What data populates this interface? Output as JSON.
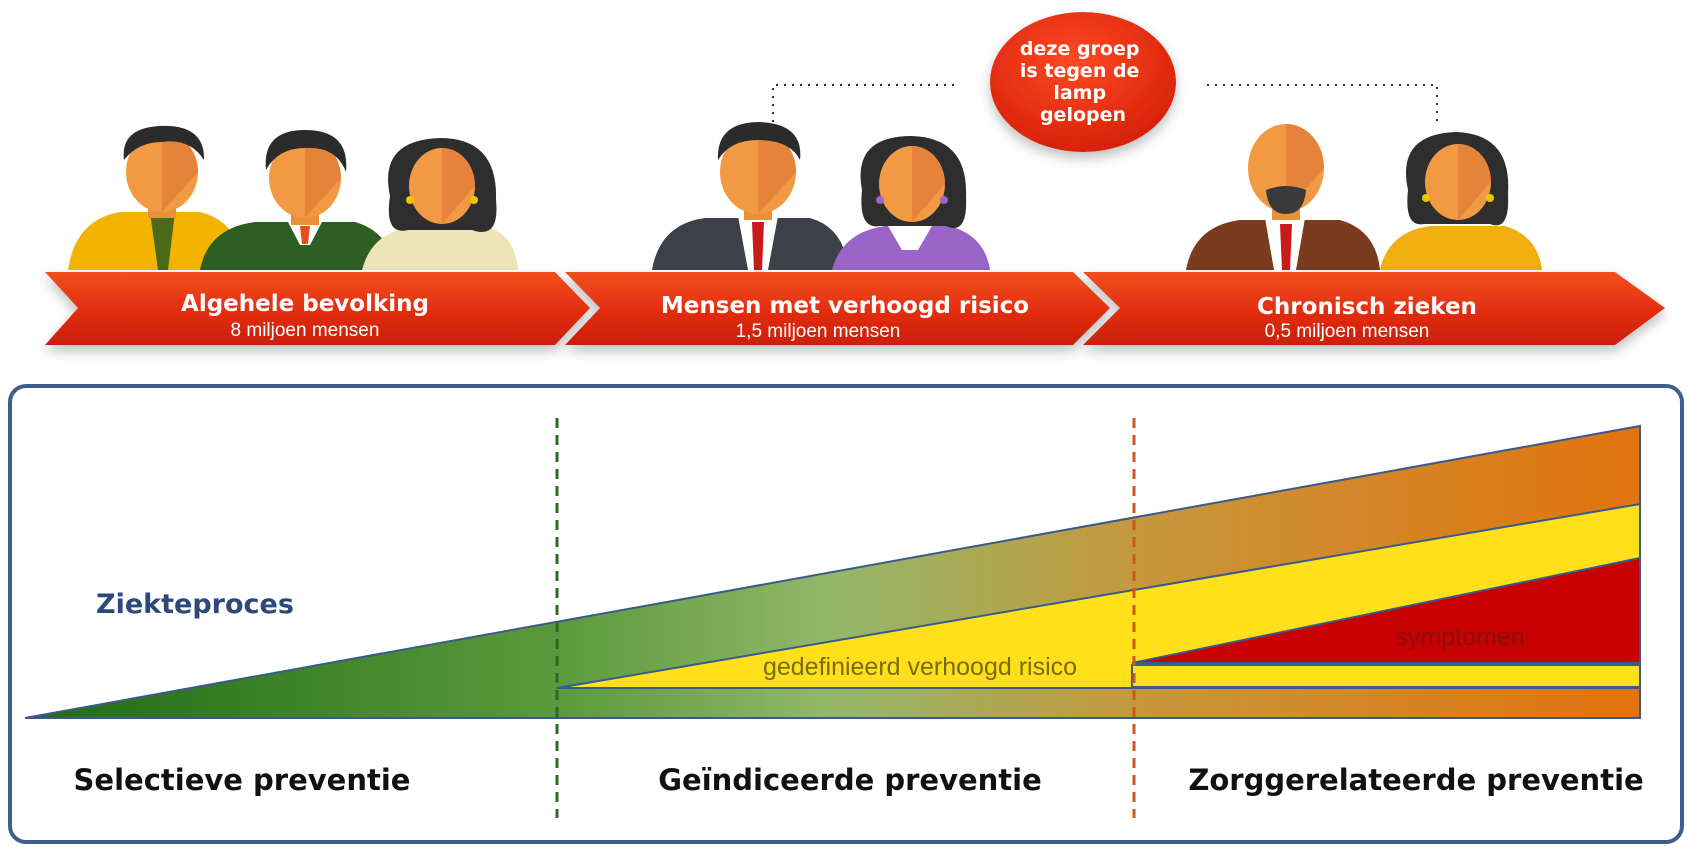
{
  "callout": {
    "line1": "deze groep",
    "line2": "is tegen de",
    "line3": "lamp",
    "line4": "gelopen"
  },
  "groups": [
    {
      "title": "Algehele bevolking",
      "subtitle": "8 miljoen mensen"
    },
    {
      "title": "Mensen met verhoogd risico",
      "subtitle": "1,5 miljoen mensen"
    },
    {
      "title": "Chronisch zieken",
      "subtitle": "0,5 miljoen mensen"
    }
  ],
  "diagram": {
    "disease_label": "Ziekteproces",
    "risk_label": "gedefinieerd verhoogd risico",
    "symptoms_label": "symptomen"
  },
  "prevention": [
    {
      "label": "Selectieve preventie"
    },
    {
      "label": "Geïndiceerde preventie"
    },
    {
      "label": "Zorggerelateerde preventie"
    }
  ],
  "colors": {
    "arrow_red": "#e63312",
    "callout_red": "#e02a10",
    "green": "#2e7d1f",
    "yellow": "#ffe01a",
    "red": "#c80000",
    "orange": "#e97510",
    "frame_blue": "#3f5f8a"
  }
}
